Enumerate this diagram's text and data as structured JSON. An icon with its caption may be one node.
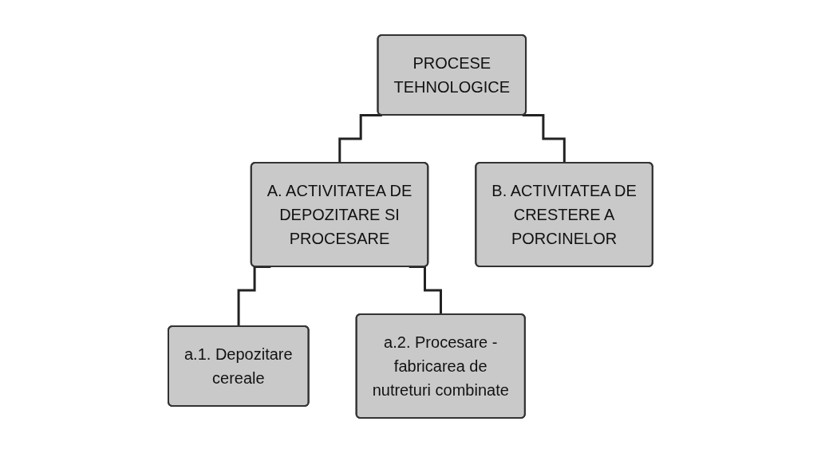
{
  "diagram": {
    "nodes": [
      {
        "text": [
          "PROCESE TEHNOLOGICE"
        ]
      },
      {
        "text": [
          "A. ACTIVITATEA DE DEPOZITARE SI PROCESARE"
        ]
      },
      {
        "text": [
          "B. ACTIVITATEA DE CRESTERE A PORCINELOR"
        ]
      },
      {
        "text": [
          "a.1. Depozitare cereale"
        ]
      },
      {
        "text": [
          "a.2. Procesare - fabricarea de nutreturi combinate"
        ]
      }
    ],
    "edges": [
      {
        "from": 0,
        "to": 1,
        "arrow": "none"
      },
      {
        "from": 0,
        "to": 2,
        "arrow": "none"
      },
      {
        "from": 1,
        "to": 3,
        "arrow": "none"
      },
      {
        "from": 1,
        "to": 4,
        "arrow": "none"
      }
    ]
  }
}
